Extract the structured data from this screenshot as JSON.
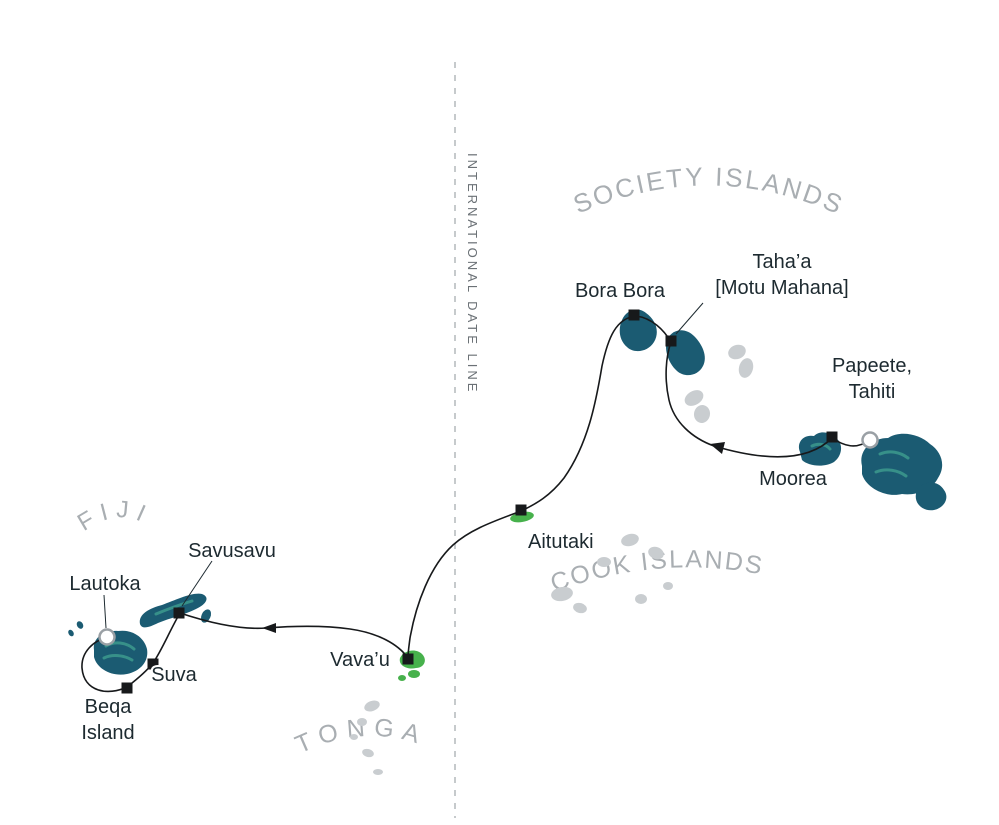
{
  "colors": {
    "background": "#ffffff",
    "ink": "#1d2a30",
    "region_gray": "#a9aeb2",
    "island_teal": "#1b5b72",
    "island_teal_light": "#3c9a8d",
    "island_green": "#47b14c",
    "island_gray": "#c9cdd0",
    "route": "#17191b",
    "dateline": "#c6cacc",
    "dateline_text": "#6b7176",
    "marker_ring": "#9aa0a5"
  },
  "map": {
    "dateline_label": "INTERNATIONAL DATE LINE",
    "regions": {
      "society": "SOCIETY ISLANDS",
      "cook": "COOK ISLANDS",
      "tonga": "TONGA",
      "fiji": "FIJI"
    },
    "ports": {
      "papeete": {
        "line1": "Papeete,",
        "line2": "Tahiti"
      },
      "moorea": {
        "label": "Moorea"
      },
      "tahaa": {
        "line1": "Taha’a",
        "line2": "[Motu Mahana]"
      },
      "bora_bora": {
        "label": "Bora Bora"
      },
      "aitutaki": {
        "label": "Aitutaki"
      },
      "vavau": {
        "label": "Vava’u"
      },
      "savusavu": {
        "label": "Savusavu"
      },
      "suva": {
        "label": "Suva"
      },
      "lautoka": {
        "label": "Lautoka"
      },
      "beqa": {
        "line1": "Beqa",
        "line2": "Island"
      }
    }
  }
}
